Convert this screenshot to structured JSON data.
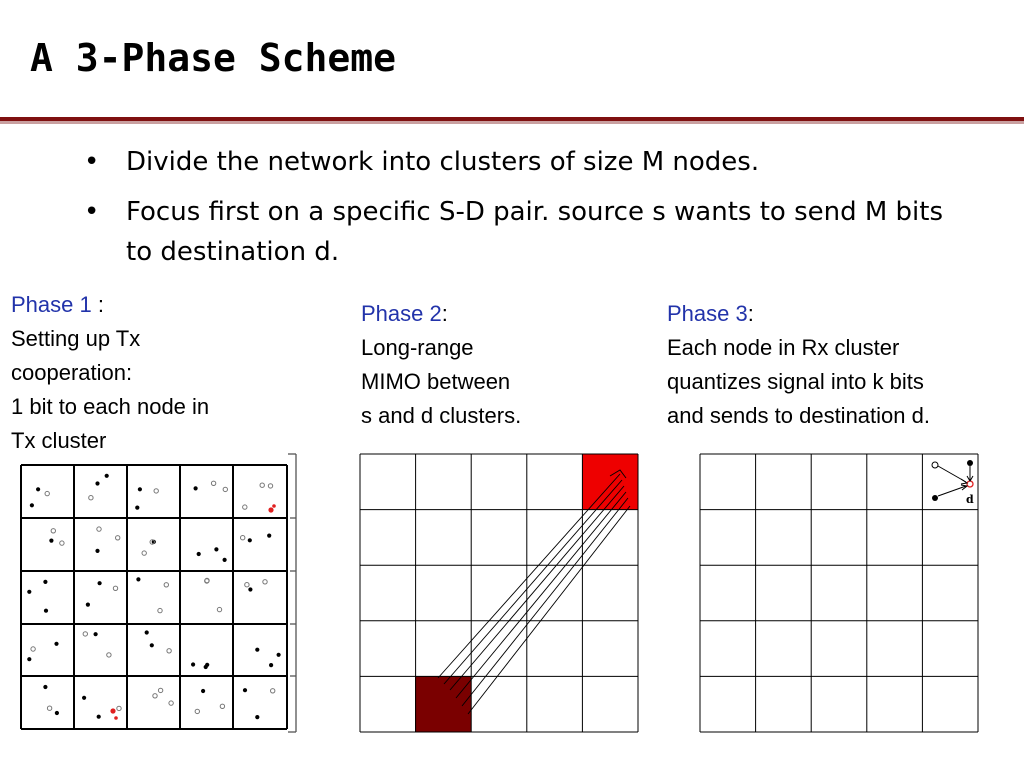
{
  "slide": {
    "title": "A 3-Phase Scheme",
    "bullets": [
      "Divide the network into clusters of size M nodes.",
      "Focus first on a specific S-D pair. source s wants to send M bits to destination d."
    ],
    "bullet_glyph": "•"
  },
  "phases": [
    {
      "name": "Phase 1",
      "sep": " :",
      "lines": [
        "Setting up Tx",
        "cooperation:",
        "1 bit to each node in",
        "Tx cluster"
      ]
    },
    {
      "name": "Phase 2",
      "sep": ":",
      "lines": [
        "Long-range",
        "MIMO between",
        "s and d clusters."
      ]
    },
    {
      "name": "Phase 3",
      "sep": ":",
      "lines": [
        "Each node in Rx cluster",
        "quantizes signal into k bits",
        "and sends to destination d."
      ]
    }
  ],
  "grids": {
    "phase2": {
      "rows": 5,
      "cols": 5,
      "source_cluster": [
        4,
        1
      ],
      "destination_cluster": [
        0,
        4
      ]
    },
    "phase3": {
      "rows": 5,
      "cols": 5,
      "destination_label": "d"
    }
  },
  "colors": {
    "accent_rule": "#7f1010",
    "phase_label": "#2233aa",
    "destination_cluster": "#ee0000",
    "source_cluster": "#7a0000"
  }
}
